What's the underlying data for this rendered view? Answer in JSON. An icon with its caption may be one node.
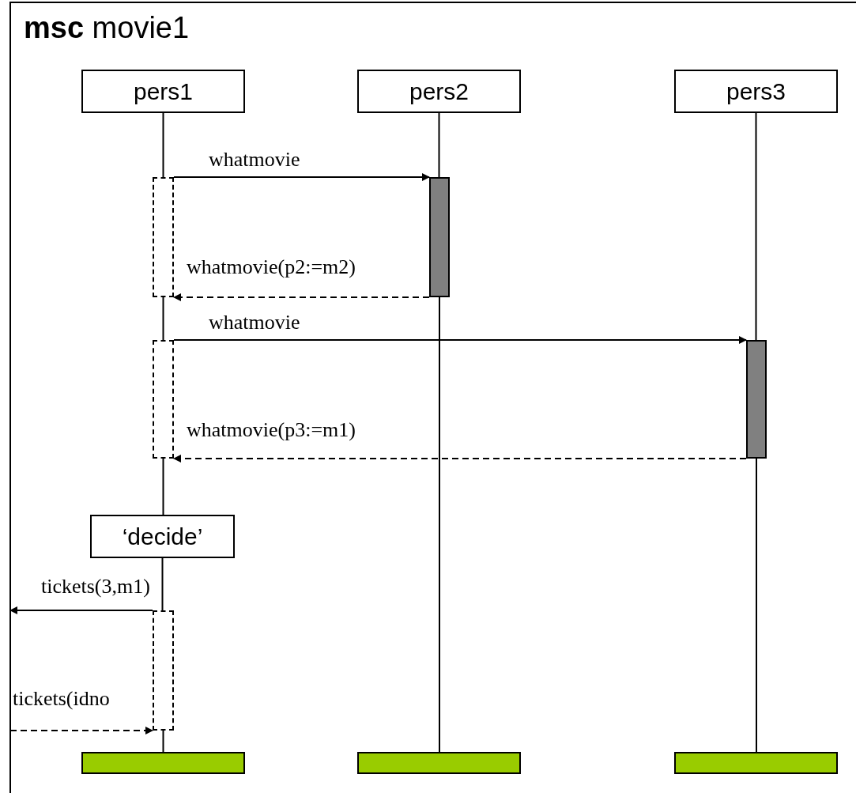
{
  "diagram": {
    "nodes": [
      {
        "text": [
          "**msc** movie1"
        ]
      },
      {
        "text": [
          "pers1"
        ],
        "in": 0
      },
      {
        "text": [
          "pers2"
        ],
        "in": 0
      },
      {
        "text": [
          "pers3"
        ],
        "in": 0
      },
      {
        "text": [],
        "shape": "box",
        "in": 0
      },
      {
        "text": [],
        "shape": "bar",
        "in": 0
      },
      {
        "text": [],
        "shape": "box",
        "in": 0
      },
      {
        "text": [],
        "shape": "bar",
        "in": 0
      },
      {
        "text": [
          "‘decide’"
        ],
        "in": 0
      },
      {
        "text": [],
        "shape": "box",
        "in": 0
      },
      {
        "text": [],
        "shape": "bar",
        "in": 0
      },
      {
        "text": [],
        "shape": "bar",
        "in": 0
      },
      {
        "text": [],
        "shape": "bar",
        "in": 0
      }
    ],
    "edges": [
      {
        "from": 4,
        "to": 5,
        "arrow": "to",
        "label": "whatmovie"
      },
      {
        "from": 5,
        "to": 4,
        "arrow": "to",
        "label": "whatmovie(p2:=m2)",
        "style": "dashed"
      },
      {
        "from": 6,
        "to": 7,
        "arrow": "to",
        "label": "whatmovie"
      },
      {
        "from": 7,
        "to": 6,
        "arrow": "to",
        "label": "whatmovie(p3:=m1)",
        "style": "dashed"
      },
      {
        "from": 9,
        "to": 0,
        "arrow": "to",
        "label": "tickets(3,m1)"
      },
      {
        "from": 0,
        "to": 9,
        "arrow": "to",
        "label": "tickets(idno",
        "style": "dashed"
      },
      {
        "from": 1,
        "to": 4,
        "arrow": "none"
      },
      {
        "from": 4,
        "to": 6,
        "arrow": "none"
      },
      {
        "from": 6,
        "to": 8,
        "arrow": "none"
      },
      {
        "from": 8,
        "to": 9,
        "arrow": "none"
      },
      {
        "from": 9,
        "to": 10,
        "arrow": "none"
      },
      {
        "from": 2,
        "to": 5,
        "arrow": "none"
      },
      {
        "from": 5,
        "to": 11,
        "arrow": "none"
      },
      {
        "from": 3,
        "to": 7,
        "arrow": "none"
      },
      {
        "from": 7,
        "to": 12,
        "arrow": "none"
      }
    ]
  }
}
